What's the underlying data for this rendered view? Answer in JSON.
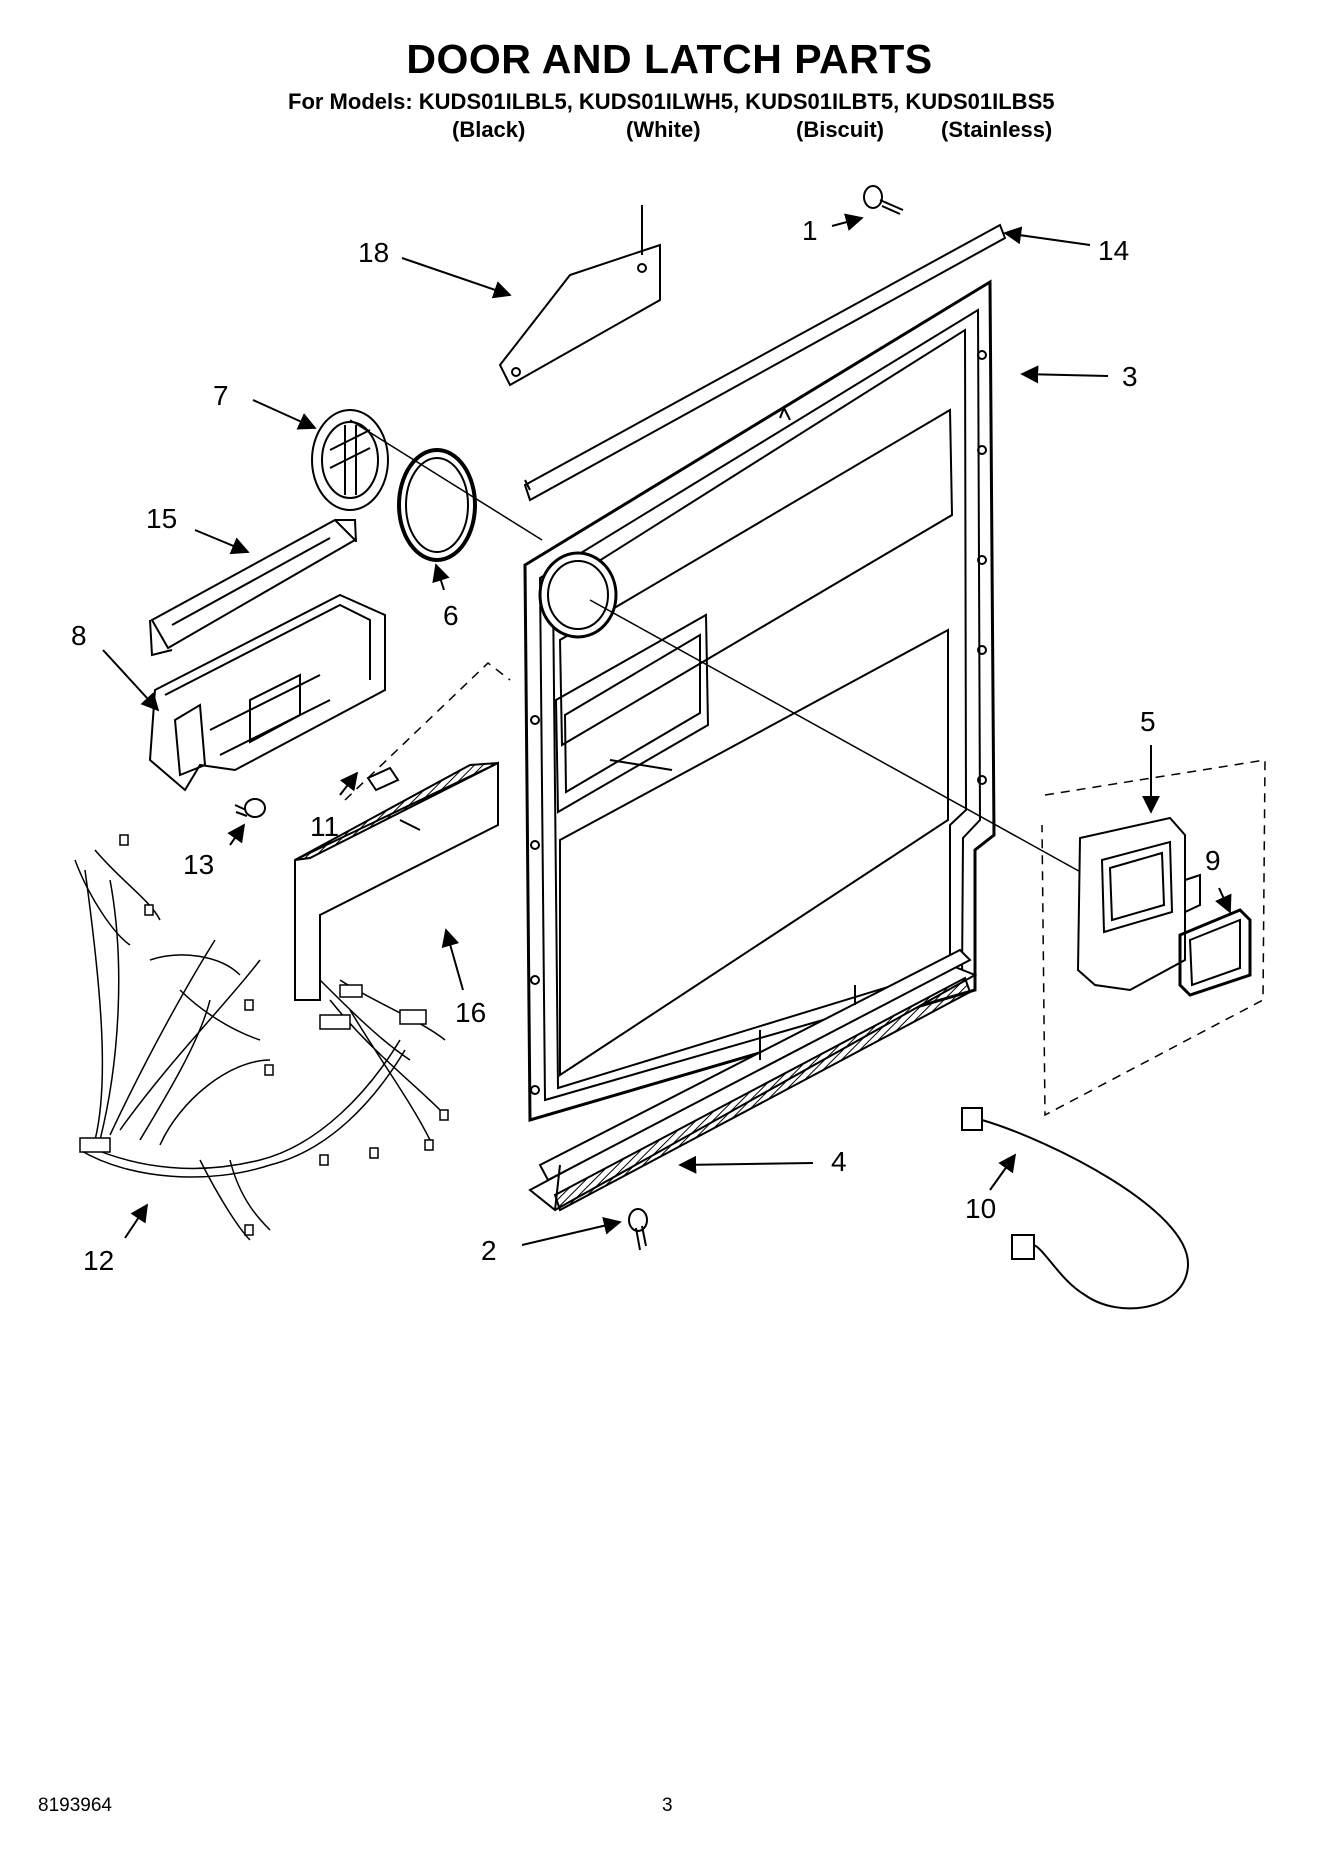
{
  "header": {
    "title": "DOOR AND LATCH PARTS",
    "models_line": "For Models: KUDS01ILBL5, KUDS01ILWH5, KUDS01ILBT5, KUDS01ILBS5",
    "colors": [
      "(Black)",
      "(White)",
      "(Biscuit)",
      "(Stainless)"
    ]
  },
  "callouts": [
    "1",
    "2",
    "3",
    "4",
    "5",
    "6",
    "7",
    "8",
    "9",
    "10",
    "11",
    "12",
    "13",
    "14",
    "15",
    "16",
    "18"
  ],
  "footer": {
    "part_number": "8193964",
    "page_number": "3"
  }
}
